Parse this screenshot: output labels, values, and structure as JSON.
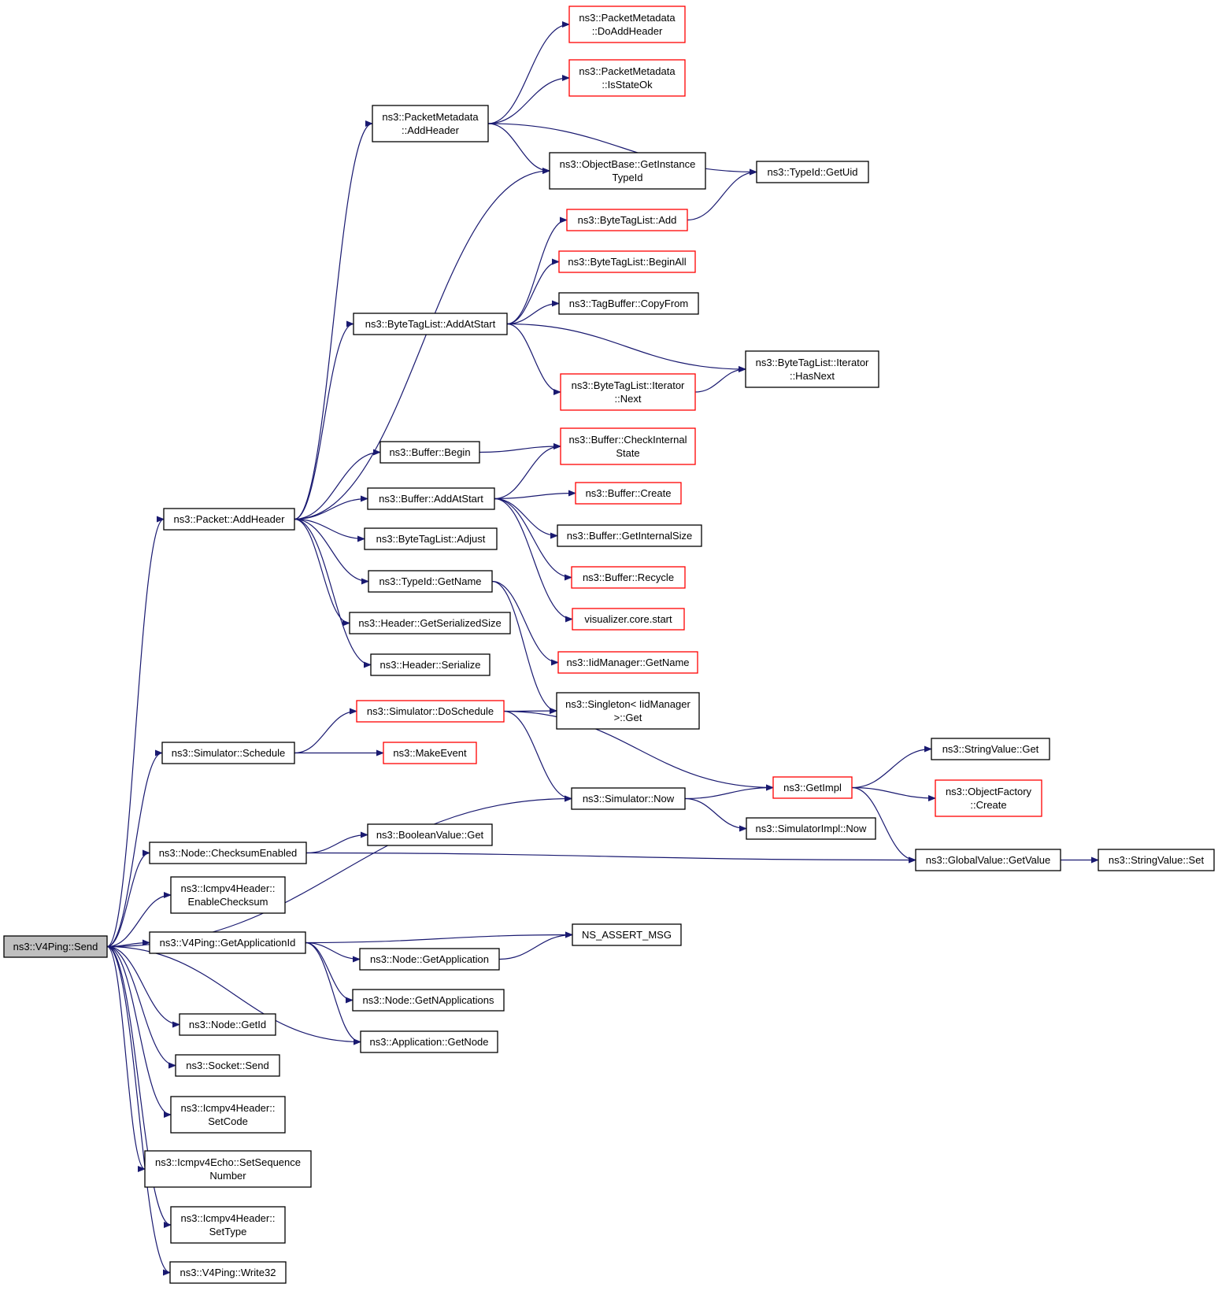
{
  "colors": {
    "edge": "#191970",
    "border_normal": "#000000",
    "border_truncated": "#ff0000",
    "root_fill": "#bfbfbf",
    "node_fill": "#ffffff"
  },
  "nodes": {
    "root": {
      "lines": [
        "ns3::V4Ping::Send"
      ],
      "style": "root"
    },
    "pmAddHdr": {
      "lines": [
        "ns3::PacketMetadata",
        "::AddHeader"
      ],
      "style": "normal"
    },
    "pmDoAdd": {
      "lines": [
        "ns3::PacketMetadata",
        "::DoAddHeader"
      ],
      "style": "truncated"
    },
    "pmIsState": {
      "lines": [
        "ns3::PacketMetadata",
        "::IsStateOk"
      ],
      "style": "truncated"
    },
    "objBase": {
      "lines": [
        "ns3::ObjectBase::GetInstance",
        "TypeId"
      ],
      "style": "normal"
    },
    "typeUid": {
      "lines": [
        "ns3::TypeId::GetUid"
      ],
      "style": "normal"
    },
    "btlAdd": {
      "lines": [
        "ns3::ByteTagList::Add"
      ],
      "style": "truncated"
    },
    "btlBegin": {
      "lines": [
        "ns3::ByteTagList::BeginAll"
      ],
      "style": "truncated"
    },
    "tagCopy": {
      "lines": [
        "ns3::TagBuffer::CopyFrom"
      ],
      "style": "normal"
    },
    "btlAddAt": {
      "lines": [
        "ns3::ByteTagList::AddAtStart"
      ],
      "style": "normal"
    },
    "itHasNext": {
      "lines": [
        "ns3::ByteTagList::Iterator",
        "::HasNext"
      ],
      "style": "normal"
    },
    "itNext": {
      "lines": [
        "ns3::ByteTagList::Iterator",
        "::Next"
      ],
      "style": "truncated"
    },
    "bufBegin": {
      "lines": [
        "ns3::Buffer::Begin"
      ],
      "style": "normal"
    },
    "bufCheck": {
      "lines": [
        "ns3::Buffer::CheckInternal",
        "State"
      ],
      "style": "truncated"
    },
    "bufAddAt": {
      "lines": [
        "ns3::Buffer::AddAtStart"
      ],
      "style": "normal"
    },
    "bufCreate": {
      "lines": [
        "ns3::Buffer::Create"
      ],
      "style": "truncated"
    },
    "pktAddHdr": {
      "lines": [
        "ns3::Packet::AddHeader"
      ],
      "style": "normal"
    },
    "btlAdjust": {
      "lines": [
        "ns3::ByteTagList::Adjust"
      ],
      "style": "normal"
    },
    "bufGetSize": {
      "lines": [
        "ns3::Buffer::GetInternalSize"
      ],
      "style": "normal"
    },
    "typeName": {
      "lines": [
        "ns3::TypeId::GetName"
      ],
      "style": "normal"
    },
    "bufRecycle": {
      "lines": [
        "ns3::Buffer::Recycle"
      ],
      "style": "truncated"
    },
    "hdrSerSize": {
      "lines": [
        "ns3::Header::GetSerializedSize"
      ],
      "style": "normal"
    },
    "vizStart": {
      "lines": [
        "visualizer.core.start"
      ],
      "style": "truncated"
    },
    "iidGetName": {
      "lines": [
        "ns3::IidManager::GetName"
      ],
      "style": "truncated"
    },
    "hdrSer": {
      "lines": [
        "ns3::Header::Serialize"
      ],
      "style": "normal"
    },
    "simDoSch": {
      "lines": [
        "ns3::Simulator::DoSchedule"
      ],
      "style": "truncated"
    },
    "singleton": {
      "lines": [
        "ns3::Singleton< IidManager",
        ">::Get"
      ],
      "style": "normal"
    },
    "simSch": {
      "lines": [
        "ns3::Simulator::Schedule"
      ],
      "style": "normal"
    },
    "makeEvent": {
      "lines": [
        "ns3::MakeEvent"
      ],
      "style": "truncated"
    },
    "strGet": {
      "lines": [
        "ns3::StringValue::Get"
      ],
      "style": "normal"
    },
    "getImpl": {
      "lines": [
        "ns3::GetImpl"
      ],
      "style": "truncated"
    },
    "objFactCr": {
      "lines": [
        "ns3::ObjectFactory",
        "::Create"
      ],
      "style": "truncated"
    },
    "simNow": {
      "lines": [
        "ns3::Simulator::Now"
      ],
      "style": "normal"
    },
    "simImplNow": {
      "lines": [
        "ns3::SimulatorImpl::Now"
      ],
      "style": "normal"
    },
    "nodeChk": {
      "lines": [
        "ns3::Node::ChecksumEnabled"
      ],
      "style": "normal"
    },
    "boolGet": {
      "lines": [
        "ns3::BooleanValue::Get"
      ],
      "style": "normal"
    },
    "gvGetVal": {
      "lines": [
        "ns3::GlobalValue::GetValue"
      ],
      "style": "normal"
    },
    "strSet": {
      "lines": [
        "ns3::StringValue::Set"
      ],
      "style": "normal"
    },
    "icmpEnChk": {
      "lines": [
        "ns3::Icmpv4Header::",
        "EnableChecksum"
      ],
      "style": "normal"
    },
    "v4GetAppId": {
      "lines": [
        "ns3::V4Ping::GetApplicationId"
      ],
      "style": "normal"
    },
    "nsAssert": {
      "lines": [
        "NS_ASSERT_MSG"
      ],
      "style": "normal"
    },
    "nodeGetApp": {
      "lines": [
        "ns3::Node::GetApplication"
      ],
      "style": "normal"
    },
    "nodeGetNApp": {
      "lines": [
        "ns3::Node::GetNApplications"
      ],
      "style": "normal"
    },
    "nodeGetId": {
      "lines": [
        "ns3::Node::GetId"
      ],
      "style": "normal"
    },
    "appGetNode": {
      "lines": [
        "ns3::Application::GetNode"
      ],
      "style": "normal"
    },
    "sockSend": {
      "lines": [
        "ns3::Socket::Send"
      ],
      "style": "normal"
    },
    "icmpSetCode": {
      "lines": [
        "ns3::Icmpv4Header::",
        "SetCode"
      ],
      "style": "normal"
    },
    "echoSetSeq": {
      "lines": [
        "ns3::Icmpv4Echo::SetSequence",
        "Number"
      ],
      "style": "normal"
    },
    "icmpSetType": {
      "lines": [
        "ns3::Icmpv4Header::",
        "SetType"
      ],
      "style": "normal"
    },
    "v4Write32": {
      "lines": [
        "ns3::V4Ping::Write32"
      ],
      "style": "normal"
    }
  },
  "edges": [
    [
      "root",
      "pktAddHdr"
    ],
    [
      "root",
      "simSch"
    ],
    [
      "root",
      "simNow"
    ],
    [
      "root",
      "nodeChk"
    ],
    [
      "root",
      "icmpEnChk"
    ],
    [
      "root",
      "v4GetAppId"
    ],
    [
      "root",
      "appGetNode"
    ],
    [
      "root",
      "nodeGetId"
    ],
    [
      "root",
      "sockSend"
    ],
    [
      "root",
      "icmpSetCode"
    ],
    [
      "root",
      "echoSetSeq"
    ],
    [
      "root",
      "icmpSetType"
    ],
    [
      "root",
      "v4Write32"
    ],
    [
      "pktAddHdr",
      "pmAddHdr"
    ],
    [
      "pktAddHdr",
      "objBase"
    ],
    [
      "pktAddHdr",
      "btlAddAt"
    ],
    [
      "pktAddHdr",
      "bufBegin"
    ],
    [
      "pktAddHdr",
      "bufAddAt"
    ],
    [
      "pktAddHdr",
      "btlAdjust"
    ],
    [
      "pktAddHdr",
      "typeName"
    ],
    [
      "pktAddHdr",
      "hdrSerSize"
    ],
    [
      "pktAddHdr",
      "hdrSer"
    ],
    [
      "pmAddHdr",
      "pmDoAdd"
    ],
    [
      "pmAddHdr",
      "pmIsState"
    ],
    [
      "pmAddHdr",
      "typeUid"
    ],
    [
      "pmAddHdr",
      "objBase"
    ],
    [
      "btlAdd",
      "typeUid"
    ],
    [
      "btlAddAt",
      "btlAdd"
    ],
    [
      "btlAddAt",
      "btlBegin"
    ],
    [
      "btlAddAt",
      "tagCopy"
    ],
    [
      "btlAddAt",
      "itHasNext"
    ],
    [
      "btlAddAt",
      "itNext"
    ],
    [
      "itNext",
      "itHasNext"
    ],
    [
      "bufBegin",
      "bufCheck"
    ],
    [
      "bufAddAt",
      "bufCheck"
    ],
    [
      "bufAddAt",
      "bufCreate"
    ],
    [
      "bufAddAt",
      "bufGetSize"
    ],
    [
      "bufAddAt",
      "bufRecycle"
    ],
    [
      "bufAddAt",
      "vizStart"
    ],
    [
      "typeName",
      "iidGetName"
    ],
    [
      "typeName",
      "singleton"
    ],
    [
      "simSch",
      "simDoSch"
    ],
    [
      "simSch",
      "makeEvent"
    ],
    [
      "simDoSch",
      "singleton"
    ],
    [
      "simDoSch",
      "getImpl"
    ],
    [
      "simDoSch",
      "simNow"
    ],
    [
      "simNow",
      "getImpl"
    ],
    [
      "simNow",
      "simImplNow"
    ],
    [
      "getImpl",
      "strGet"
    ],
    [
      "getImpl",
      "objFactCr"
    ],
    [
      "getImpl",
      "gvGetVal"
    ],
    [
      "gvGetVal",
      "strSet"
    ],
    [
      "nodeChk",
      "boolGet"
    ],
    [
      "nodeChk",
      "gvGetVal"
    ],
    [
      "v4GetAppId",
      "nsAssert"
    ],
    [
      "v4GetAppId",
      "nodeGetApp"
    ],
    [
      "v4GetAppId",
      "nodeGetNApp"
    ],
    [
      "v4GetAppId",
      "appGetNode"
    ],
    [
      "nodeGetApp",
      "nsAssert"
    ]
  ]
}
